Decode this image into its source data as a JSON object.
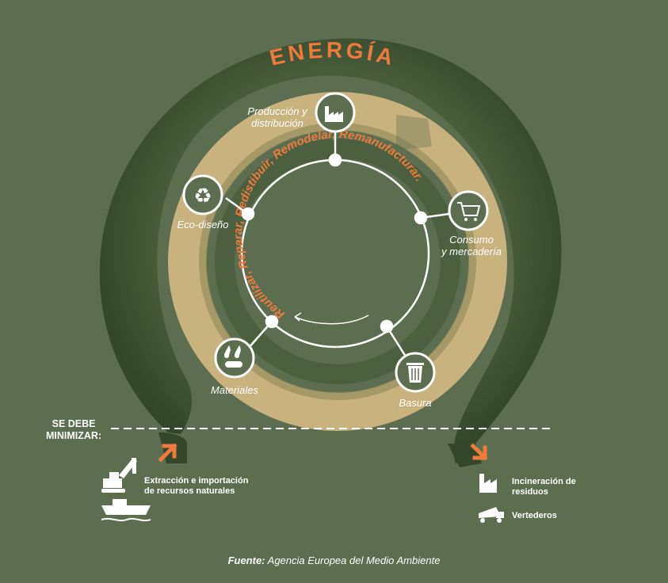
{
  "energy_label": "ENERGÍA",
  "cycle_text": "Reutilizar, Reparar, Redistibuir, Remodelar, Remanufacturar.",
  "stages": {
    "production": {
      "label_line1": "Producción y",
      "label_line2": "distribución",
      "icon": "factory-icon"
    },
    "consumption": {
      "label_line1": "Consumo",
      "label_line2": "y mercadería",
      "icon": "shopping-cart-icon"
    },
    "waste": {
      "label": "Basura",
      "icon": "trash-can-icon"
    },
    "materials": {
      "label": "Materiales",
      "icon": "drops-logs-icon"
    },
    "ecodesign": {
      "label": "Eco-diseño",
      "icon": "recycle-icon"
    }
  },
  "minimize": {
    "line1": "SE DEBE",
    "line2": "MINIMIZAR:"
  },
  "inputs": {
    "extraction": {
      "line1": "Extracción e importación",
      "line2": "de recursos naturales"
    }
  },
  "outputs": {
    "incineration": {
      "line1": "Incineración de",
      "line2": "residuos"
    },
    "landfill": {
      "label": "Vertederos"
    }
  },
  "source": {
    "prefix": "Fuente:",
    "text": "Agencia Europea del Medio Ambiente"
  },
  "colors": {
    "background": "#5d6d4f",
    "outer_ring": "#3e5132",
    "tan": "#cdb680",
    "accent": "#ee7b3c",
    "white": "#ffffff"
  }
}
